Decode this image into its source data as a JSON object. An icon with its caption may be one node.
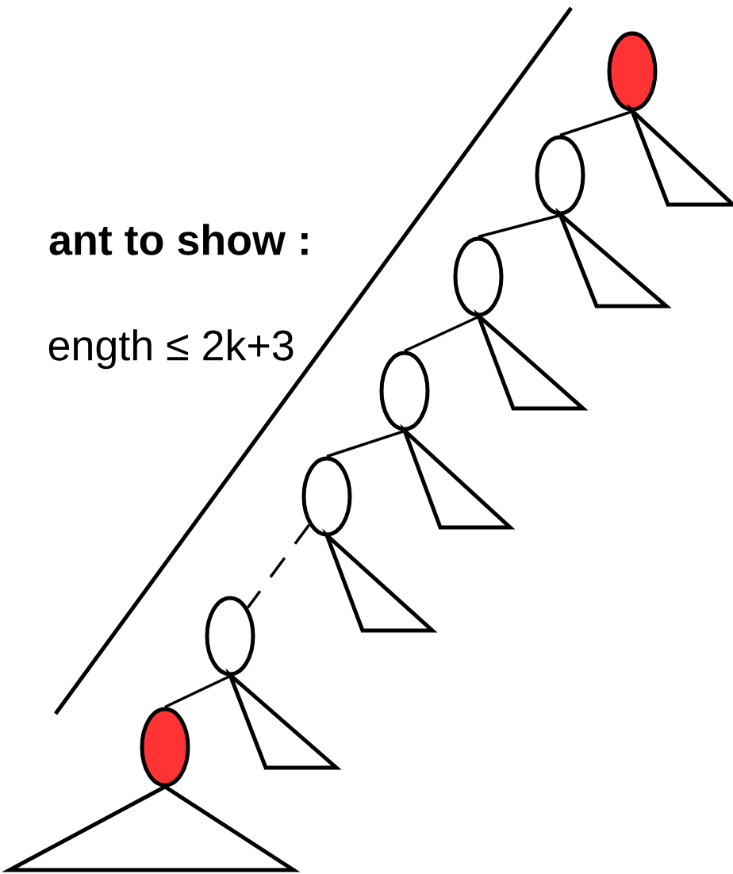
{
  "diagram": {
    "nodes": [
      {
        "text": [],
        "shape": "ellipse"
      },
      {
        "text": [],
        "shape": "ellipse"
      },
      {
        "text": [],
        "shape": "ellipse"
      },
      {
        "text": [],
        "shape": "ellipse"
      },
      {
        "text": [],
        "shape": "ellipse"
      },
      {
        "text": [],
        "shape": "ellipse"
      },
      {
        "text": [],
        "shape": "ellipse"
      },
      {
        "text": [],
        "shape": "triangle"
      },
      {
        "text": [],
        "shape": "triangle"
      },
      {
        "text": [],
        "shape": "triangle"
      },
      {
        "text": [],
        "shape": "triangle"
      },
      {
        "text": [],
        "shape": "triangle"
      },
      {
        "text": [],
        "shape": "triangle"
      },
      {
        "text": [],
        "shape": "triangle"
      }
    ],
    "edges": [
      {
        "from": 0,
        "to": 1,
        "arrow": "none"
      },
      {
        "from": 1,
        "to": 2,
        "arrow": "none"
      },
      {
        "from": 2,
        "to": 3,
        "arrow": "none"
      },
      {
        "from": 3,
        "to": 4,
        "arrow": "none"
      },
      {
        "from": 4,
        "to": 5,
        "arrow": "none",
        "style": "dashed"
      },
      {
        "from": 5,
        "to": 6,
        "arrow": "none"
      }
    ],
    "labels": [
      "**ant to show :**",
      "ength ≤  2k+3"
    ]
  }
}
